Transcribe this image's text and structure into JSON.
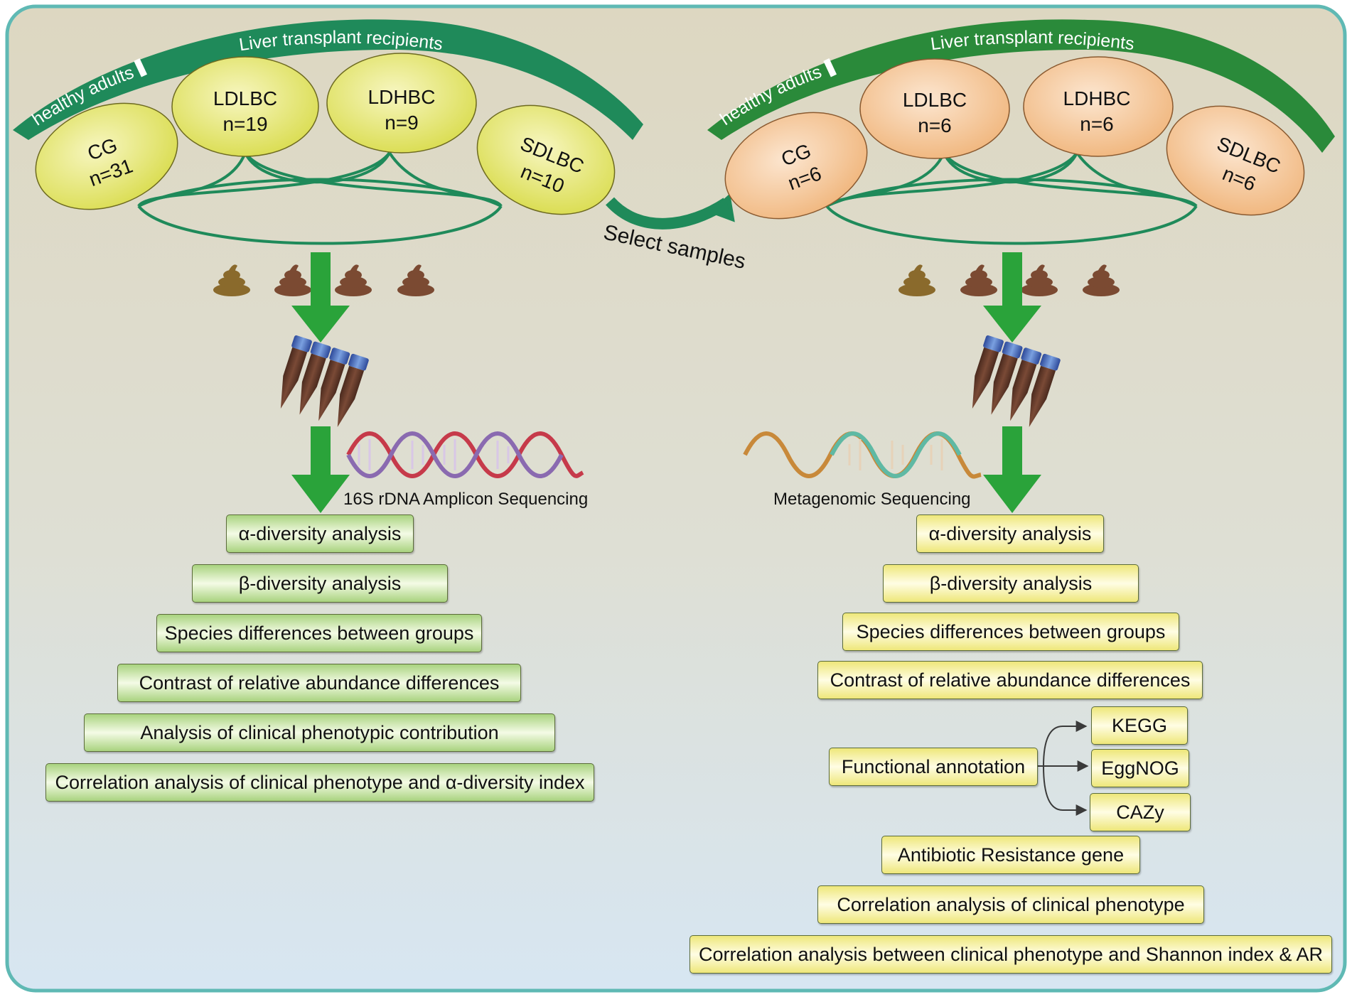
{
  "left": {
    "arc_healthy": "healthy adults",
    "arc_recipients": "Liver transplant recipients",
    "groups": [
      {
        "name": "CG",
        "n": "n=31"
      },
      {
        "name": "LDLBC",
        "n": "n=19"
      },
      {
        "name": "LDHBC",
        "n": "n=9"
      },
      {
        "name": "SDLBC",
        "n": "n=10"
      }
    ],
    "method": "16S rDNA Amplicon Sequencing",
    "analyses": [
      "α-diversity analysis",
      "β-diversity analysis",
      "Species differences between groups",
      "Contrast of relative abundance differences",
      "Analysis of clinical phenotypic contribution",
      "Correlation analysis of clinical phenotype and α-diversity index"
    ]
  },
  "right": {
    "arc_healthy": "healthy adults",
    "arc_recipients": "Liver transplant recipients",
    "groups": [
      {
        "name": "CG",
        "n": "n=6"
      },
      {
        "name": "LDLBC",
        "n": "n=6"
      },
      {
        "name": "LDHBC",
        "n": "n=6"
      },
      {
        "name": "SDLBC",
        "n": "n=6"
      }
    ],
    "method": "Metagenomic Sequencing",
    "analyses": [
      "α-diversity analysis",
      "β-diversity analysis",
      "Species differences between groups",
      "Contrast of relative abundance differences"
    ],
    "functional": {
      "label": "Functional annotation",
      "databases": [
        "KEGG",
        "EggNOG",
        "CAZy"
      ]
    },
    "analyses_after": [
      "Antibiotic Resistance gene",
      "Correlation analysis of clinical phenotype",
      "Correlation analysis between clinical phenotype and Shannon index & AR"
    ]
  },
  "select_label": "Select samples",
  "colors": {
    "frame": "#5fb9b4",
    "arc_green": "#1f8a5a",
    "arrow_green": "#2aa33a",
    "curve_green": "#1f8a5a",
    "ellipse_left": "#e9e774",
    "ellipse_right": "#f5c28c",
    "box_left": "#b5d98c",
    "box_right": "#f3ee9a",
    "stool_brown": "#7b4a32"
  }
}
